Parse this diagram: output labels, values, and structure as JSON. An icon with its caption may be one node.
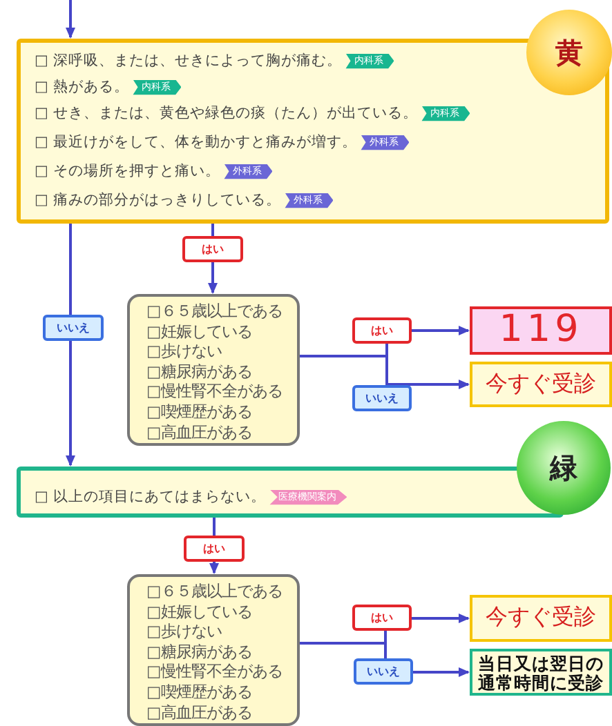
{
  "diagram": {
    "nodes": [
      {
        "text": [
          "□ 深呼吸、または、せきによって胸が痛む。",
          "□ 熱がある。",
          "□ せき、または、黄色や緑色の痰（たん）が出ている。",
          "□ 最近けがをして、体を動かすと痛みが増す。",
          "□ その場所を押すと痛い。",
          "□ 痛みの部分がはっきりしている。"
        ]
      },
      {
        "text": [
          "内科系"
        ],
        "in": 0
      },
      {
        "text": [
          "内科系"
        ],
        "in": 0
      },
      {
        "text": [
          "内科系"
        ],
        "in": 0
      },
      {
        "text": [
          "外科系"
        ],
        "in": 0
      },
      {
        "text": [
          "外科系"
        ],
        "in": 0
      },
      {
        "text": [
          "外科系"
        ],
        "in": 0
      },
      {
        "text": [
          "黄"
        ]
      },
      {
        "text": [
          "□６５歳以上である",
          "□妊娠している",
          "□歩けない",
          "□糖尿病がある",
          "□慢性腎不全がある",
          "□喫煙歴がある",
          "□高血圧がある"
        ]
      },
      {
        "text": [
          "119"
        ]
      },
      {
        "text": [
          "今すぐ受診"
        ]
      },
      {
        "text": [
          "□ 以上の項目にあてはまらない。"
        ]
      },
      {
        "text": [
          "医療機関案内"
        ],
        "in": 11
      },
      {
        "text": [
          "緑"
        ]
      },
      {
        "text": [
          "□６５歳以上である",
          "□妊娠している",
          "□歩けない",
          "□糖尿病がある",
          "□慢性腎不全がある",
          "□喫煙歴がある",
          "□高血圧がある"
        ]
      },
      {
        "text": [
          "今すぐ受診"
        ]
      },
      {
        "text": [
          "当日又は翌日の通常時間に受診"
        ]
      }
    ],
    "edges": [
      {
        "from": null,
        "to": 0,
        "arrow": "to"
      },
      {
        "from": 0,
        "to": 8,
        "arrow": "to",
        "label": "はい"
      },
      {
        "from": 0,
        "to": 11,
        "arrow": "to",
        "label": "いいえ"
      },
      {
        "from": 8,
        "to": 9,
        "arrow": "to",
        "label": "はい"
      },
      {
        "from": 8,
        "to": 10,
        "arrow": "to",
        "label": "いいえ"
      },
      {
        "from": 11,
        "to": 14,
        "arrow": "to",
        "label": "はい"
      },
      {
        "from": 14,
        "to": 15,
        "arrow": "to",
        "label": "はい"
      },
      {
        "from": 14,
        "to": 16,
        "arrow": "to",
        "label": "いいえ"
      }
    ]
  }
}
